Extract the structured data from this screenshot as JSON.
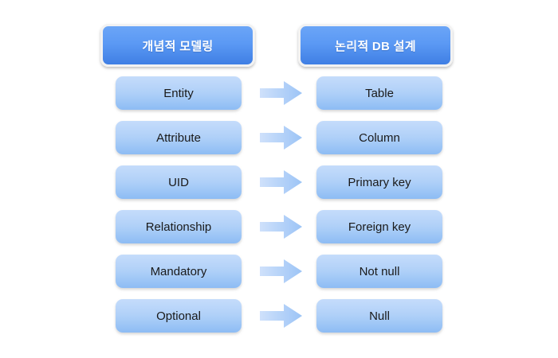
{
  "diagram": {
    "title_columns": [
      {
        "label": "개념적 모델링"
      },
      {
        "label": "논리적 DB 설계"
      }
    ],
    "arrow_icon": "right-arrow-icon",
    "mappings": [
      {
        "source": "Entity",
        "target": "Table"
      },
      {
        "source": "Attribute",
        "target": "Column"
      },
      {
        "source": "UID",
        "target": "Primary key"
      },
      {
        "source": "Relationship",
        "target": "Foreign key"
      },
      {
        "source": "Mandatory",
        "target": "Not null"
      },
      {
        "source": "Optional",
        "target": "Null"
      }
    ],
    "colors": {
      "background": "#ffffff",
      "header_gradient_top": "#6ba5f7",
      "header_gradient_bottom": "#3f7fe4",
      "header_border": "#f2f2f2",
      "header_text": "#ffffff",
      "cell_gradient_top": "#c5dcfb",
      "cell_gradient_bottom": "#8dbcf4",
      "cell_text": "#1a1a1a",
      "arrow_gradient_start": "#cfe1fb",
      "arrow_gradient_end": "#9cc4f6"
    }
  }
}
